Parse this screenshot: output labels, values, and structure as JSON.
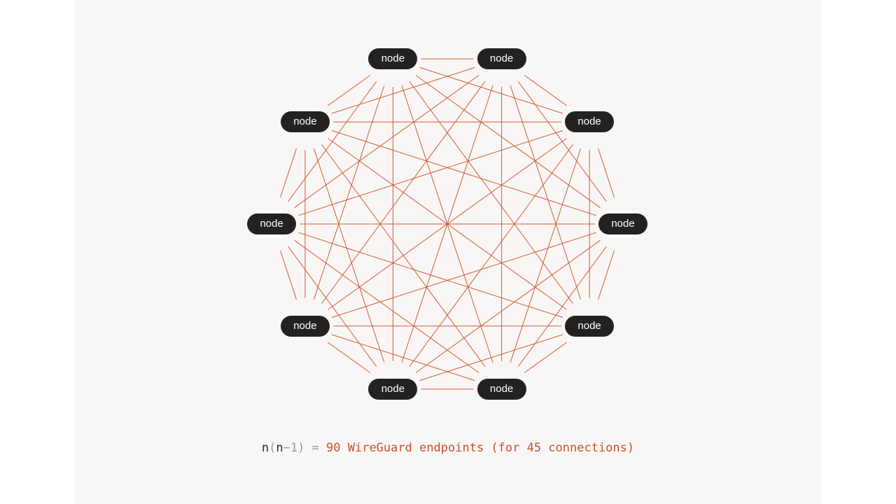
{
  "diagram": {
    "node_label": "node",
    "node_count": 10,
    "edge_color": "#d45a36",
    "node_color": "#232221"
  },
  "formula": {
    "part_n": "n",
    "part_open": "(",
    "part_n2": "n",
    "part_minus_one": "−1)",
    "part_equals": " = ",
    "part_result": "90 WireGuard endpoints (for 45 connections)"
  }
}
